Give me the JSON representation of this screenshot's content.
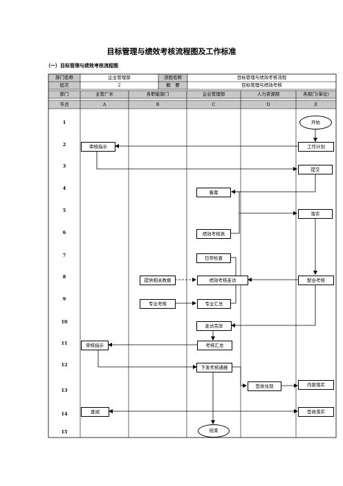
{
  "title": "目标管理与绩效考核流程图及工作标准",
  "subtitle": "（一）目标管理与绩效考核流程图",
  "header": {
    "dept_name_label": "部门名称",
    "dept_name_value": "企业管理部",
    "process_name_label": "流程名称",
    "process_name_value": "目标管理与绩效考核流程",
    "level_label": "层次",
    "level_value": "2",
    "summary_label": "概　要",
    "summary_value": "目标管理与绩效考核"
  },
  "lanes": {
    "dept_label": "部门",
    "node_label": "节点",
    "names": [
      "主管厂长",
      "各职能部门",
      "企业管理部",
      "人力资源部",
      "各部门(单位)"
    ],
    "letters": [
      "A",
      "B",
      "C",
      "D",
      "E"
    ]
  },
  "rows": [
    "1",
    "2",
    "3",
    "4",
    "5",
    "6",
    "7",
    "8",
    "9",
    "10",
    "11",
    "12",
    "13",
    "14",
    "15"
  ],
  "nodes": {
    "start": "开始",
    "review_instruct_1": "审核指示",
    "work_plan": "工作计划",
    "submit": "提交",
    "record": "备案",
    "implement": "落实",
    "perf_table": "绩效考核表",
    "daily_check": "日常检查",
    "provide_data": "提供相关数据",
    "perf_visit": "绩效考核走访",
    "cooperate": "配合考核",
    "special_assess": "专业考核",
    "special_summary": "专业汇总",
    "visit_done": "走访完毕",
    "review_instruct_2": "审核指示",
    "assess_summary": "考核汇总",
    "issue_notice": "下发考核通报",
    "sign_fulfill": "签收兑现",
    "internal_impl": "内部落实",
    "consult": "查阅",
    "sign_impl": "签收落实",
    "end": "结束"
  },
  "colors": {
    "header_gray": "#c8c8c8",
    "line": "#000000"
  }
}
